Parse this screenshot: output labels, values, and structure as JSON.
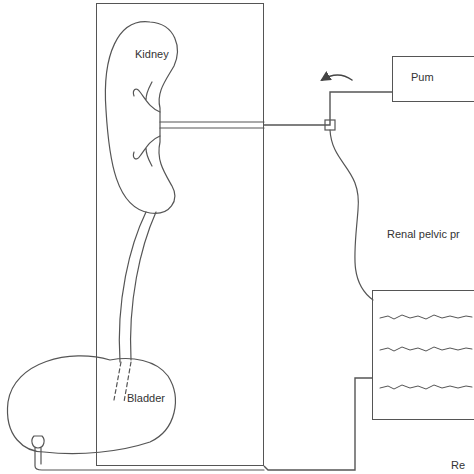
{
  "diagram": {
    "nodes": [
      {
        "text": [
          "Kidney",
          "Bladder"
        ]
      },
      {
        "text": [
          "Pum"
        ]
      },
      {
        "text": [
          "Re"
        ]
      }
    ],
    "edges": [
      {
        "from": 1,
        "to": 0,
        "arrow": "none"
      },
      {
        "from": 0,
        "to": 2,
        "arrow": "none"
      }
    ],
    "labels": [
      "Renal pelvic pr"
    ]
  }
}
